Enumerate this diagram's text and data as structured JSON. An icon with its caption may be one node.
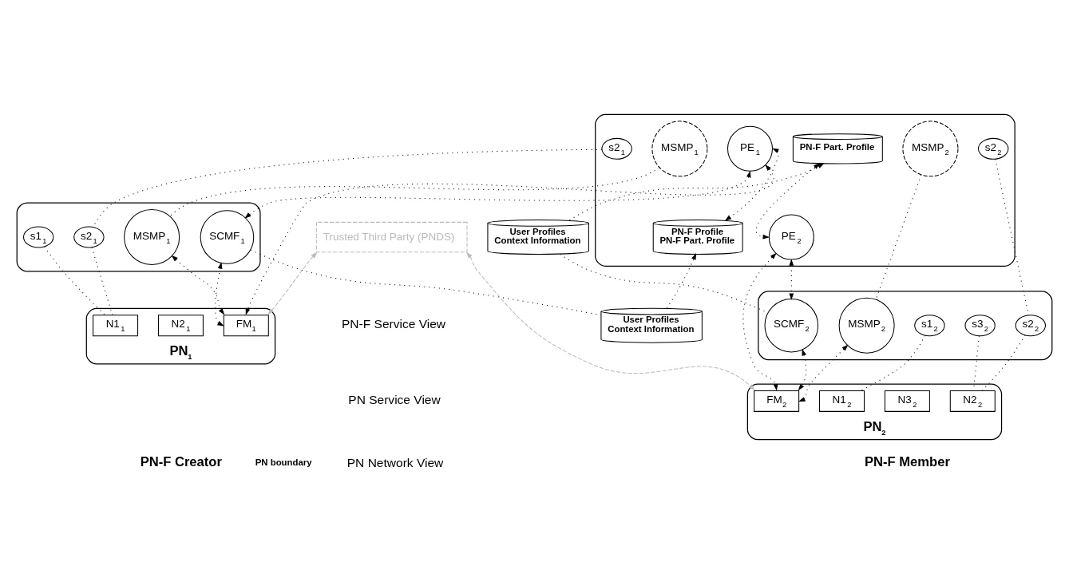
{
  "diagram": {
    "nodes": [
      {
        "text": [
          "Trusted Third Party (PNDS)"
        ]
      },
      {
        "text": [],
        "shape": "ellipse"
      },
      {
        "text": [
          "MSMP$_{1}$"
        ],
        "in": 1
      },
      {
        "text": [
          "s2$_{1}$"
        ],
        "in": 1
      },
      {
        "text": [
          "PE$_{1}$"
        ],
        "in": 1
      },
      {
        "text": [
          "PN-F Profile",
          "PN-F Part. Profile"
        ],
        "in": 1
      },
      {
        "text": [
          "PN-F Part. Profile"
        ],
        "in": 1
      },
      {
        "text": [
          "PE$_{2}$"
        ],
        "in": 1
      },
      {
        "text": [
          "MSMP$_{2}$"
        ],
        "in": 1
      },
      {
        "text": [
          "s2$_{2}$"
        ],
        "in": 1
      },
      {
        "text": [],
        "shape": "ellipse"
      },
      {
        "text": [
          "s1$_{1}$"
        ],
        "in": 10
      },
      {
        "text": [
          "s2$_{1}$"
        ],
        "in": 10
      },
      {
        "text": [
          "MSMP$_{1}$"
        ],
        "in": 10
      },
      {
        "text": [
          "SCMF$_{1}$"
        ],
        "in": 10
      },
      {
        "text": [
          "User Profiles",
          "Context Information"
        ]
      },
      {
        "text": [
          "User Profiles",
          "Context Information"
        ]
      },
      {
        "text": [],
        "shape": "ellipse"
      },
      {
        "text": [
          "SCMF$_{2}$"
        ],
        "in": 17
      },
      {
        "text": [
          "MSMP$_{2}$"
        ],
        "in": 17
      },
      {
        "text": [
          "s2$_{2}$"
        ],
        "in": 17
      },
      {
        "text": [
          "s1$_{2}$"
        ],
        "in": 17
      },
      {
        "text": [
          "s3$_{2}$"
        ],
        "in": 17
      },
      {
        "text": [
          "PN$_{1}$"
        ]
      },
      {
        "text": [
          "N1$_{1}$"
        ],
        "in": 23
      },
      {
        "text": [
          "N2$_{1}$"
        ],
        "in": 23
      },
      {
        "text": [
          "FM$_{1}$"
        ],
        "in": 23
      },
      {
        "text": [
          "PN$_{2}$"
        ]
      },
      {
        "text": [
          "FM$_{2}$"
        ],
        "in": 27
      },
      {
        "text": [
          "N3$_{2}$"
        ],
        "in": 27
      },
      {
        "text": [
          "N1$_{2}$"
        ],
        "in": 27
      },
      {
        "text": [
          "N2$_{2}$"
        ],
        "in": 27
      }
    ],
    "edges": [
      {
        "from": 3,
        "to": 12,
        "arrow": "none"
      },
      {
        "from": 2,
        "to": 13,
        "arrow": "none"
      },
      {
        "from": 4,
        "to": 5,
        "arrow": "both"
      },
      {
        "from": 4,
        "to": 14,
        "arrow": "both"
      },
      {
        "from": 4,
        "to": 26,
        "arrow": "both"
      },
      {
        "from": 15,
        "to": 5,
        "arrow": "to"
      },
      {
        "from": 14,
        "to": 15,
        "arrow": "none"
      },
      {
        "from": 11,
        "to": 24,
        "arrow": "none"
      },
      {
        "from": 12,
        "to": 24,
        "arrow": "none"
      },
      {
        "from": 13,
        "to": 26,
        "arrow": "both"
      },
      {
        "from": 14,
        "to": 26,
        "arrow": "both"
      },
      {
        "from": 0,
        "to": 26,
        "arrow": "both",
        "style": "dashed",
        "color": "#bbbbbb"
      },
      {
        "from": 0,
        "to": 28,
        "arrow": "both",
        "style": "dashed",
        "color": "#bbbbbb"
      },
      {
        "from": 16,
        "to": 6,
        "arrow": "to"
      },
      {
        "from": 6,
        "to": 7,
        "arrow": "both"
      },
      {
        "from": 7,
        "to": 18,
        "arrow": "both"
      },
      {
        "from": 7,
        "to": 28,
        "arrow": "both"
      },
      {
        "from": 18,
        "to": 28,
        "arrow": "both"
      },
      {
        "from": 19,
        "to": 28,
        "arrow": "both"
      },
      {
        "from": 16,
        "to": 18,
        "arrow": "none"
      },
      {
        "from": 8,
        "to": 19,
        "arrow": "none"
      },
      {
        "from": 9,
        "to": 20,
        "arrow": "none"
      },
      {
        "from": 20,
        "to": 31,
        "arrow": "none"
      },
      {
        "from": 22,
        "to": 31,
        "arrow": "none"
      },
      {
        "from": 21,
        "to": 30,
        "arrow": "none"
      }
    ],
    "labels": [
      "PN-F Service View",
      "PN Service View",
      "PN Network View",
      "PN-F Creator",
      "PN boundary",
      "PN-F Member"
    ]
  }
}
